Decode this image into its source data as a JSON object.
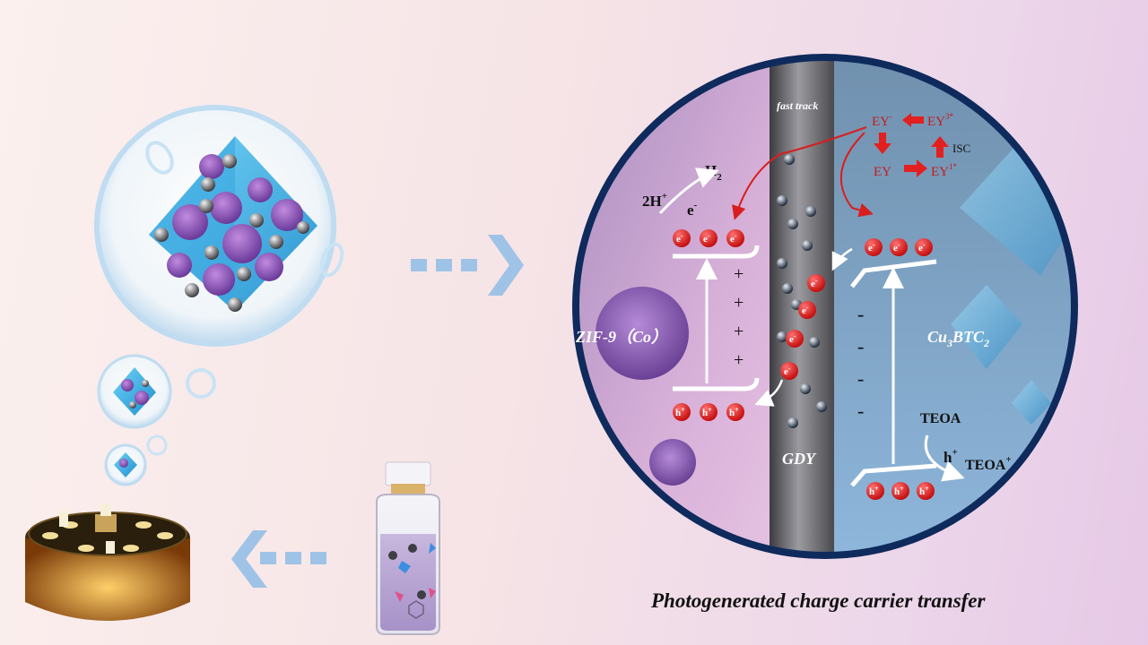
{
  "labels": {
    "fast_track": "fast track",
    "ey_minus": "EY",
    "ey_minus_sup": "-",
    "ey3": "EY",
    "ey3_sup": "3*",
    "isc": "ISC",
    "ey": "EY",
    "ey1": "EY",
    "ey1_sup": "1*",
    "h2": "H",
    "h2_sub": "2",
    "two_h": "2H",
    "two_h_sup": "+",
    "e_minus": "e",
    "e_minus_sup": "-",
    "zif": "ZIF-9（Co）",
    "cu": "Cu",
    "cu_sub1": "3",
    "btc": "BTC",
    "cu_sub2": "2",
    "gdy": "GDY",
    "teoa": "TEOA",
    "h_plus": "h",
    "h_plus_sup": "+",
    "teoa_plus": "TEOA",
    "teoa_plus_sup": "+",
    "plus": "+",
    "minus": "-",
    "electron": "e",
    "electron_sup": "-",
    "hole": "h",
    "hole_sup": "+"
  },
  "caption": "Photogenerated charge carrier transfer",
  "colors": {
    "left_region": "#d8a8d8",
    "right_region": "#8fb6d6",
    "gdy_strip": "#6e6e72",
    "electron": "#d81e1e",
    "ring": "#0f2a5c",
    "arrow_light": "#9ec3e6"
  }
}
